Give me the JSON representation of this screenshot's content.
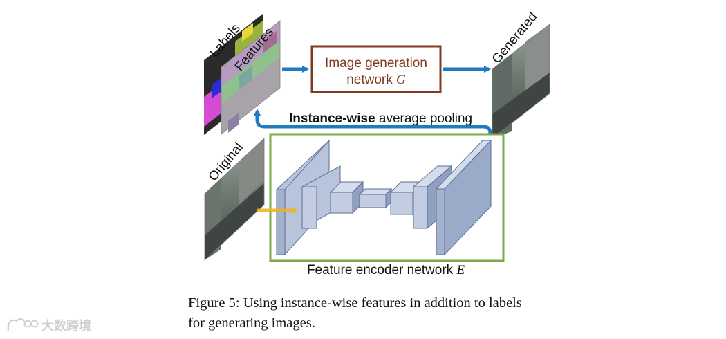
{
  "diagram": {
    "labels_text": "Labels",
    "features_text": "Features",
    "generator": {
      "line1": "Image generation",
      "line2_prefix": "network ",
      "line2_symbol": "G"
    },
    "generated_text": "Generated",
    "pooling": {
      "bold": "Instance-wise",
      "rest": " average pooling"
    },
    "original_text": "Original",
    "encoder": {
      "prefix": "Feature encoder network ",
      "symbol": "E"
    }
  },
  "caption": {
    "line1": "Figure 5: Using instance-wise features in addition to labels",
    "line2": "for generating images."
  },
  "watermark": {
    "text": "大数跨境"
  },
  "colors": {
    "generator_border": "#7f3a20",
    "generator_text": "#7f3a20",
    "encoder_border": "#7caa48",
    "arrow_blue": "#1f7ac0",
    "arrow_orange": "#f2b21b",
    "block_face": "#b7c4dc",
    "block_side": "#8fa0c0",
    "block_top": "#d4ddec",
    "block_stroke": "#5e6e95"
  }
}
